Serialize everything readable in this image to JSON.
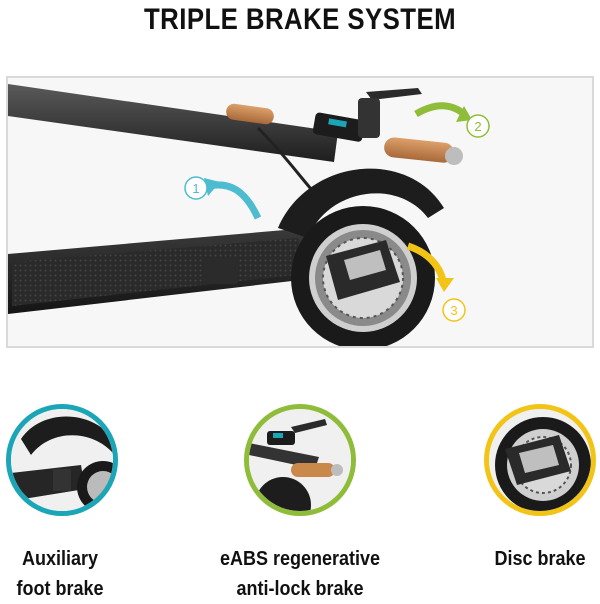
{
  "title": "TRIPLE BRAKE SYSTEM",
  "markers": [
    "1",
    "2",
    "3"
  ],
  "colors": {
    "marker_1": "#4dbbd0",
    "marker_2": "#8fbd3a",
    "marker_3": "#f2c416",
    "grip": "#c8894a",
    "frame": "#2b2b2b"
  },
  "features": [
    {
      "line1": "Auxiliary",
      "line2": "foot brake"
    },
    {
      "line1": "eABS regenerative",
      "line2": "anti-lock brake"
    },
    {
      "line1": "Disc brake",
      "line2": ""
    }
  ]
}
